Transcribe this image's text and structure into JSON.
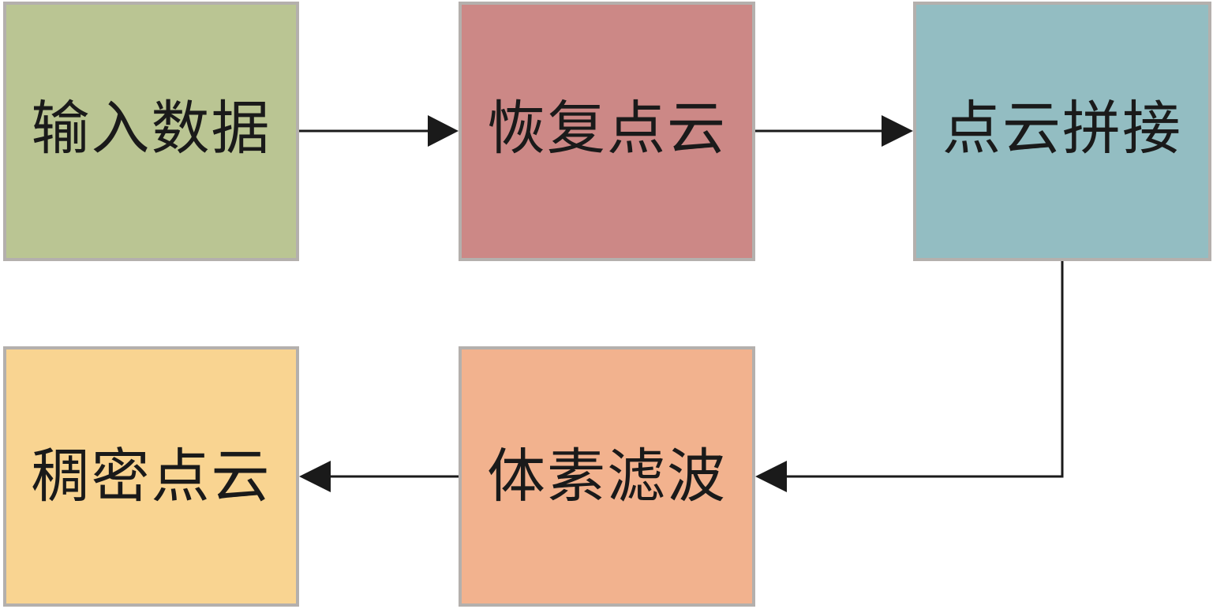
{
  "nodes": {
    "input_data": {
      "label": "输入数据",
      "color": "#bac593"
    },
    "recover_cloud": {
      "label": "恢复点云",
      "color": "#cc8886"
    },
    "stitch_cloud": {
      "label": "点云拼接",
      "color": "#93bdc2"
    },
    "voxel_filter": {
      "label": "体素滤波",
      "color": "#f2b28e"
    },
    "dense_cloud": {
      "label": "稠密点云",
      "color": "#f9d491"
    }
  },
  "border_color": "#b4b0ad",
  "arrow_color": "#1a1a1a"
}
